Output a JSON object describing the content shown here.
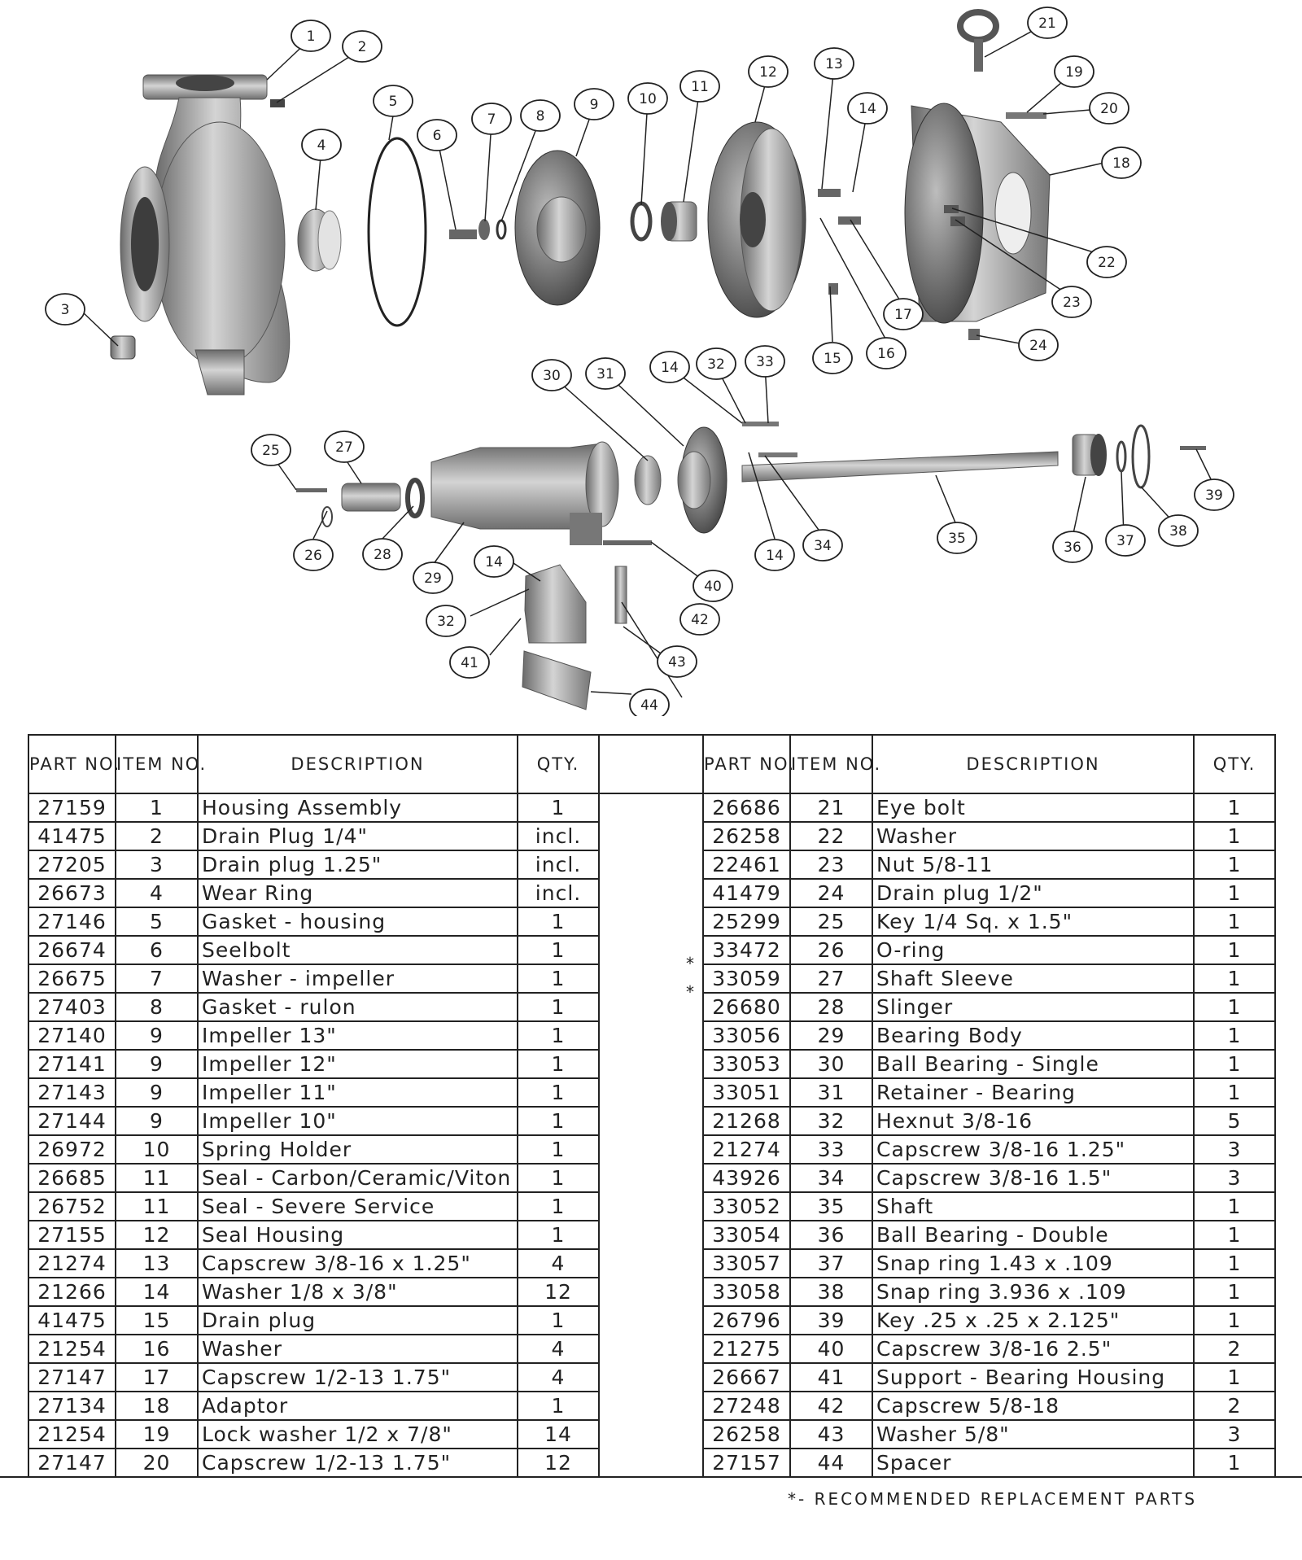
{
  "callouts": [
    "1",
    "2",
    "3",
    "4",
    "5",
    "6",
    "7",
    "8",
    "9",
    "10",
    "11",
    "12",
    "13",
    "14",
    "15",
    "16",
    "17",
    "18",
    "19",
    "20",
    "21",
    "22",
    "23",
    "24",
    "25",
    "26",
    "27",
    "28",
    "29",
    "30",
    "31",
    "14",
    "32",
    "33",
    "14",
    "34",
    "35",
    "36",
    "37",
    "38",
    "39",
    "40",
    "14",
    "32",
    "41",
    "42",
    "43",
    "44"
  ],
  "table": {
    "headers": {
      "part_no": "PART NO.",
      "item_no": "ITEM NO.",
      "description": "DESCRIPTION",
      "qty": "QTY."
    },
    "recommended_mark": "*",
    "left_rows": [
      {
        "part": "27159",
        "item": "1",
        "desc": "Housing Assembly",
        "qty": "1",
        "star": false
      },
      {
        "part": "41475",
        "item": "2",
        "desc": "Drain Plug 1/4\"",
        "qty": "incl.",
        "star": false
      },
      {
        "part": "27205",
        "item": "3",
        "desc": "Drain plug 1.25\"",
        "qty": "incl.",
        "star": false
      },
      {
        "part": "26673",
        "item": "4",
        "desc": "Wear Ring",
        "qty": "incl.",
        "star": false
      },
      {
        "part": "27146",
        "item": "5",
        "desc": "Gasket - housing",
        "qty": "1",
        "star": true
      },
      {
        "part": "26674",
        "item": "6",
        "desc": "Seelbolt",
        "qty": "1",
        "star": false
      },
      {
        "part": "26675",
        "item": "7",
        "desc": "Washer - impeller",
        "qty": "1",
        "star": false
      },
      {
        "part": "27403",
        "item": "8",
        "desc": "Gasket - rulon",
        "qty": "1",
        "star": true
      },
      {
        "part": "27140",
        "item": "9",
        "desc": "Impeller 13\"",
        "qty": "1",
        "star": false
      },
      {
        "part": "27141",
        "item": "9",
        "desc": "Impeller 12\"",
        "qty": "1",
        "star": false
      },
      {
        "part": "27143",
        "item": "9",
        "desc": "Impeller 11\"",
        "qty": "1",
        "star": false
      },
      {
        "part": "27144",
        "item": "9",
        "desc": "Impeller 10\"",
        "qty": "1",
        "star": false
      },
      {
        "part": "26972",
        "item": "10",
        "desc": "Spring Holder",
        "qty": "1",
        "star": false
      },
      {
        "part": "26685",
        "item": "11",
        "desc": "Seal - Carbon/Ceramic/Viton",
        "qty": "1",
        "star": true
      },
      {
        "part": "26752",
        "item": "11",
        "desc": "Seal -  Severe Service",
        "qty": "1",
        "star": true
      },
      {
        "part": "27155",
        "item": "12",
        "desc": "Seal Housing",
        "qty": "1",
        "star": false
      },
      {
        "part": "21274",
        "item": "13",
        "desc": "Capscrew 3/8-16 x 1.25\"",
        "qty": "4",
        "star": false
      },
      {
        "part": "21266",
        "item": "14",
        "desc": "Washer 1/8 x 3/8\"",
        "qty": "12",
        "star": false
      },
      {
        "part": "41475",
        "item": "15",
        "desc": "Drain plug",
        "qty": "1",
        "star": false
      },
      {
        "part": "21254",
        "item": "16",
        "desc": "Washer",
        "qty": "4",
        "star": false
      },
      {
        "part": "27147",
        "item": "17",
        "desc": "Capscrew 1/2-13 1.75\"",
        "qty": "4",
        "star": false
      },
      {
        "part": "27134",
        "item": "18",
        "desc": "Adaptor",
        "qty": "1",
        "star": false
      },
      {
        "part": "21254",
        "item": "19",
        "desc": "Lock washer 1/2 x 7/8\"",
        "qty": "14",
        "star": false
      },
      {
        "part": "27147",
        "item": "20",
        "desc": "Capscrew 1/2-13 1.75\"",
        "qty": "12",
        "star": false
      }
    ],
    "right_rows": [
      {
        "part": "26686",
        "item": "21",
        "desc": "Eye bolt",
        "qty": "1",
        "star": false
      },
      {
        "part": "26258",
        "item": "22",
        "desc": "Washer",
        "qty": "1",
        "star": false
      },
      {
        "part": "22461",
        "item": "23",
        "desc": "Nut 5/8-11",
        "qty": "1",
        "star": false
      },
      {
        "part": "41479",
        "item": "24",
        "desc": "Drain plug 1/2\"",
        "qty": "1",
        "star": false
      },
      {
        "part": "25299",
        "item": "25",
        "desc": "Key 1/4 Sq. x 1.5\"",
        "qty": "1",
        "star": false
      },
      {
        "part": "33472",
        "item": "26",
        "desc": "O-ring",
        "qty": "1",
        "star": true
      },
      {
        "part": "33059",
        "item": "27",
        "desc": "Shaft Sleeve",
        "qty": "1",
        "star": true
      },
      {
        "part": "26680",
        "item": "28",
        "desc": "Slinger",
        "qty": "1",
        "star": false
      },
      {
        "part": "33056",
        "item": "29",
        "desc": "Bearing Body",
        "qty": "1",
        "star": false
      },
      {
        "part": "33053",
        "item": "30",
        "desc": "Ball Bearing - Single",
        "qty": "1",
        "star": false
      },
      {
        "part": "33051",
        "item": "31",
        "desc": "Retainer - Bearing",
        "qty": "1",
        "star": false
      },
      {
        "part": "21268",
        "item": "32",
        "desc": "Hexnut 3/8-16",
        "qty": "5",
        "star": false
      },
      {
        "part": "21274",
        "item": "33",
        "desc": "Capscrew 3/8-16 1.25\"",
        "qty": "3",
        "star": false
      },
      {
        "part": "43926",
        "item": "34",
        "desc": "Capscrew 3/8-16 1.5\"",
        "qty": "3",
        "star": false
      },
      {
        "part": "33052",
        "item": "35",
        "desc": "Shaft",
        "qty": "1",
        "star": false
      },
      {
        "part": "33054",
        "item": "36",
        "desc": "Ball Bearing - Double",
        "qty": "1",
        "star": false
      },
      {
        "part": "33057",
        "item": "37",
        "desc": "Snap ring 1.43 x .109",
        "qty": "1",
        "star": false
      },
      {
        "part": "33058",
        "item": "38",
        "desc": "Snap ring 3.936 x .109",
        "qty": "1",
        "star": false
      },
      {
        "part": "26796",
        "item": "39",
        "desc": "Key .25 x .25 x 2.125\"",
        "qty": "1",
        "star": false
      },
      {
        "part": "21275",
        "item": "40",
        "desc": "Capscrew 3/8-16 2.5\"",
        "qty": "2",
        "star": false
      },
      {
        "part": "26667",
        "item": "41",
        "desc": "Support - Bearing Housing",
        "qty": "1",
        "star": false
      },
      {
        "part": "27248",
        "item": "42",
        "desc": "Capscrew 5/8-18",
        "qty": "2",
        "star": false
      },
      {
        "part": "26258",
        "item": "43",
        "desc": "Washer 5/8\"",
        "qty": "3",
        "star": false
      },
      {
        "part": "27157",
        "item": "44",
        "desc": "Spacer",
        "qty": "1",
        "star": false
      }
    ]
  },
  "footnote": "*- RECOMMENDED REPLACEMENT PARTS"
}
